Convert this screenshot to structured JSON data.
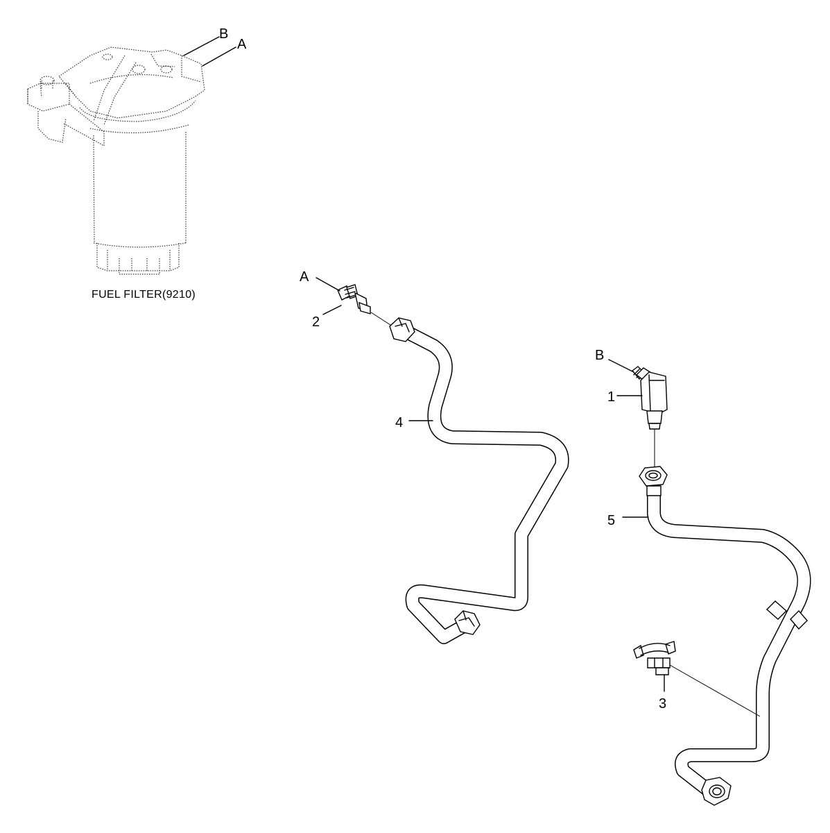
{
  "filter": {
    "caption": "FUEL FILTER(9210)",
    "port_a": "A",
    "port_b": "B"
  },
  "callouts": {
    "a": "A",
    "b": "B",
    "item_1": "1",
    "item_2": "2",
    "item_3": "3",
    "item_4": "4",
    "item_5": "5"
  }
}
